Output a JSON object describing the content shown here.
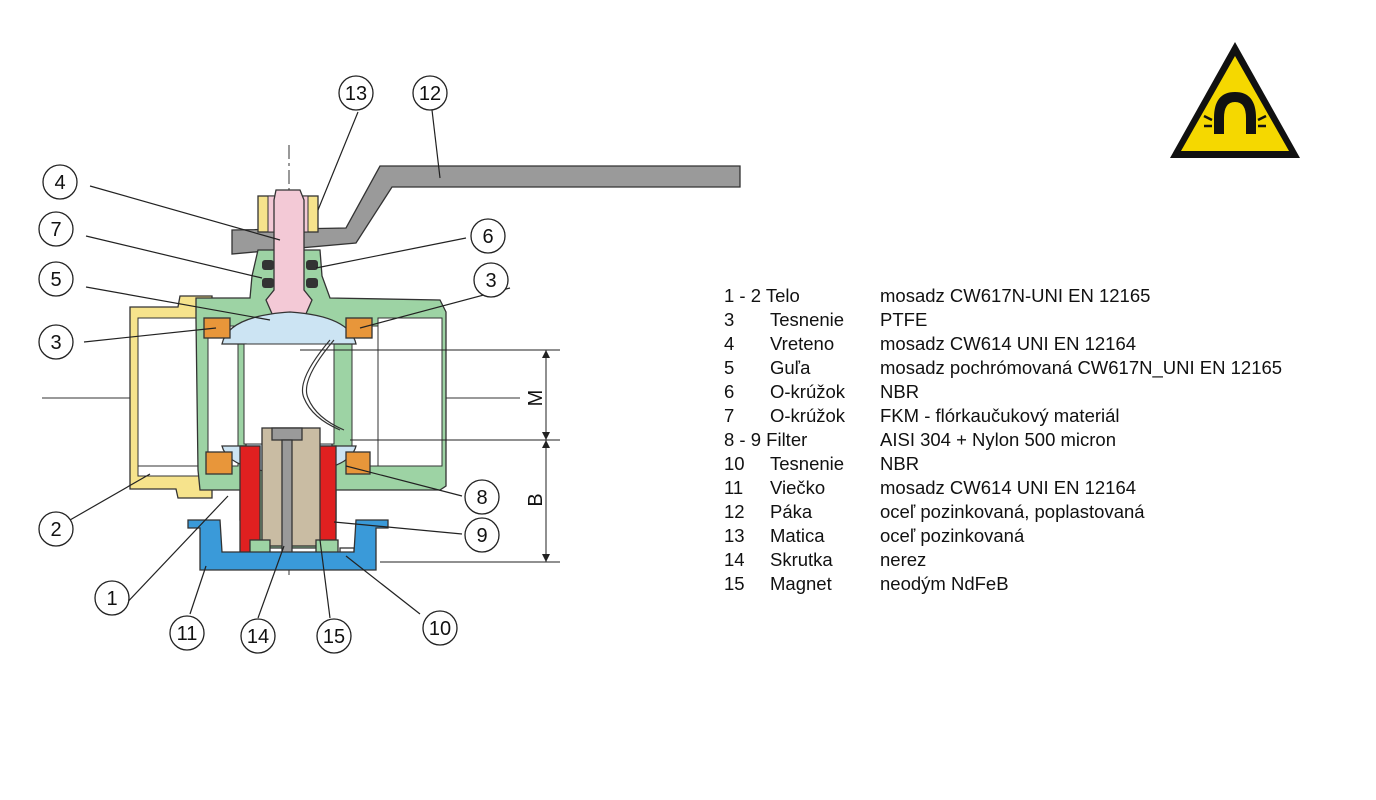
{
  "callouts": [
    "1",
    "2",
    "3",
    "3",
    "4",
    "5",
    "6",
    "7",
    "8",
    "9",
    "10",
    "11",
    "12",
    "13",
    "14",
    "15"
  ],
  "dimensions": {
    "m_label": "M",
    "b_label": "B"
  },
  "warning_sign": {
    "icon": "magnet-warning-icon",
    "fill": "#f5d800",
    "border": "#111111"
  },
  "colors": {
    "body": "#9dd3a4",
    "pipe_nut": "#f6e38c",
    "stem": "#f3c9d6",
    "ball": "#cce4f3",
    "seal": "#e8963a",
    "cap": "#3a9ad9",
    "filter_red": "#e02020",
    "magnet": "#c9bca3",
    "lever": "#9a9a9a"
  },
  "legend": {
    "rows": [
      {
        "num": "1 - 2 Telo",
        "part": "",
        "material": "mosadz CW617N-UNI EN 12165"
      },
      {
        "num": "3",
        "part": "Tesnenie",
        "material": "PTFE"
      },
      {
        "num": "4",
        "part": "Vreteno",
        "material": "mosadz CW614 UNI EN 12164"
      },
      {
        "num": "5",
        "part": "Guľa",
        "material": "mosadz pochrómovaná CW617N_UNI EN 12165"
      },
      {
        "num": "6",
        "part": "O-krúžok",
        "material": "NBR"
      },
      {
        "num": "7",
        "part": "O-krúžok",
        "material": "FKM - flórkaučukový materiál"
      },
      {
        "num": "8 - 9 Filter",
        "part": "",
        "material": "AISI 304 + Nylon  500 micron"
      },
      {
        "num": "10",
        "part": "Tesnenie",
        "material": "NBR"
      },
      {
        "num": "11",
        "part": "Viečko",
        "material": "mosadz CW614 UNI EN 12164"
      },
      {
        "num": "12",
        "part": "Páka",
        "material": "oceľ pozinkovaná, poplastovaná"
      },
      {
        "num": "13",
        "part": "Matica",
        "material": "oceľ pozinkovaná"
      },
      {
        "num": "14",
        "part": "Skrutka",
        "material": "nerez"
      },
      {
        "num": "15",
        "part": "Magnet",
        "material": "neodým NdFeB"
      }
    ]
  }
}
